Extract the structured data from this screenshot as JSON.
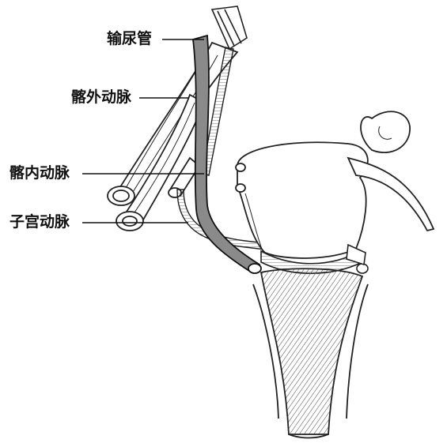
{
  "labels": {
    "ureter": "输尿管",
    "external_iliac_artery": "髂外动脉",
    "internal_iliac_artery": "髂内动脉",
    "uterine_artery": "子宫动脉"
  }
}
